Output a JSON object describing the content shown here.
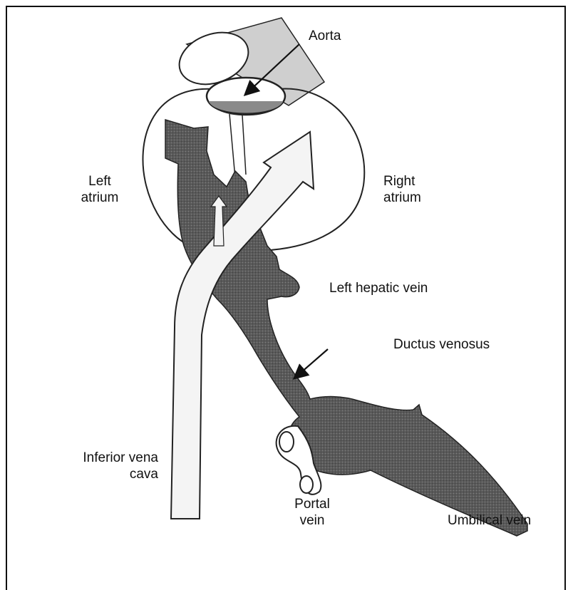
{
  "labels": {
    "aorta": "Aorta",
    "left_atrium_1": "Left",
    "left_atrium_2": "atrium",
    "right_atrium_1": "Right",
    "right_atrium_2": "atrium",
    "left_hepatic_vein": "Left hepatic vein",
    "ductus_venosus": "Ductus venosus",
    "ivc_1": "Inferior vena",
    "ivc_2": "cava",
    "portal_1": "Portal",
    "portal_2": "vein",
    "umbilical_vein": "Umbilical vein"
  },
  "colors": {
    "dark_vessel": "#5a5a5a",
    "light_vessel": "#f4f4f4",
    "outline": "#111111"
  }
}
